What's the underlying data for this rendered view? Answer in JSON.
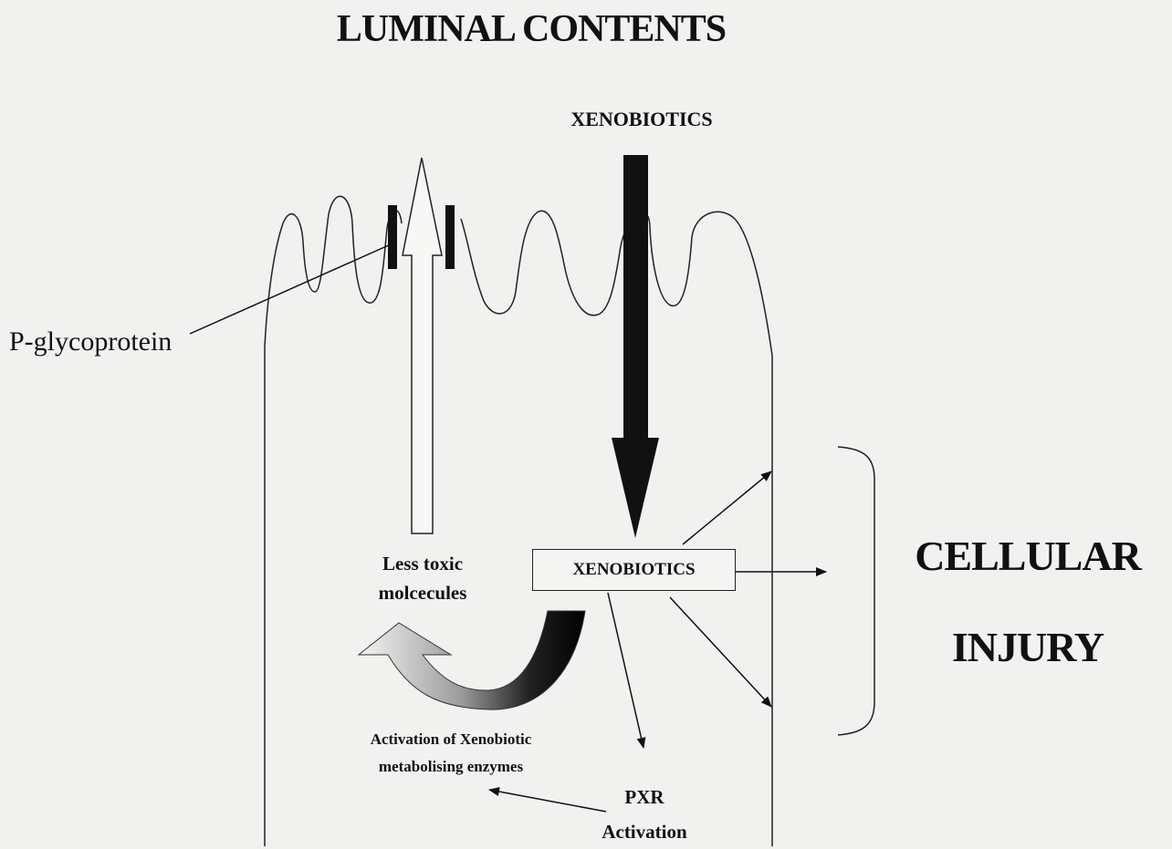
{
  "diagram": {
    "title": "LUMINAL CONTENTS",
    "xenobiotics_top": "XENOBIOTICS",
    "pglycoprotein": "P-glycoprotein",
    "less_toxic": "Less toxic molcecules",
    "xenobiotics_box": "XENOBIOTICS",
    "activation_enzymes": "Activation of Xenobiotic metabolising enzymes",
    "pxr_activation": "PXR Activation",
    "cellular_injury": "CELLULAR INJURY"
  }
}
